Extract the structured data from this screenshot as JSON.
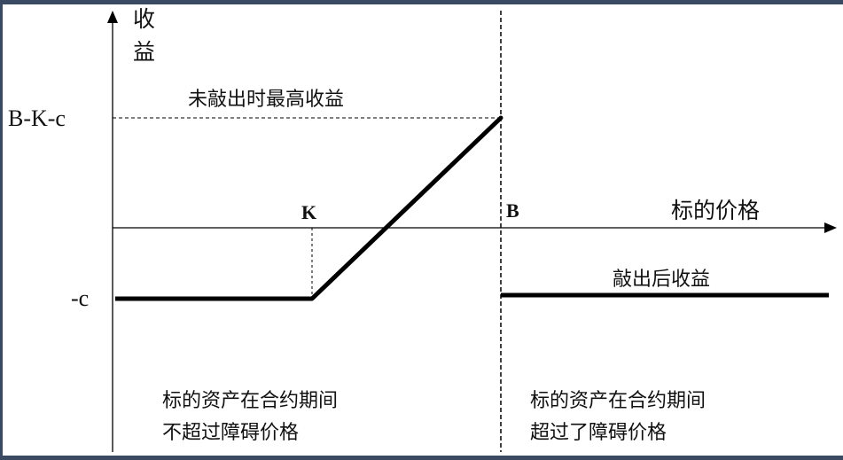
{
  "diagram": {
    "y_axis_label_line1": "收",
    "y_axis_label_line2": "益",
    "x_axis_label": "标的价格",
    "y_tick_max": "B-K-c",
    "y_tick_min": "-c",
    "x_tick_k": "K",
    "x_tick_b": "B",
    "max_profit_label": "未敲出时最高收益",
    "knockout_profit_label": "敲出后收益",
    "left_region_line1": "标的资产在合约期间",
    "left_region_line2": "不超过障碍价格",
    "right_region_line1": "标的资产在合约期间",
    "right_region_line2": "超过了障碍价格"
  },
  "colors": {
    "top_bar": "#3a4a63",
    "line": "#000000",
    "text": "#111111",
    "background": "#ffffff"
  }
}
